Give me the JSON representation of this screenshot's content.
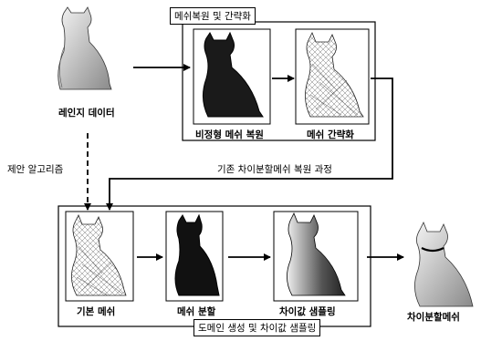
{
  "top": {
    "range_data_label": "레인지 데이터",
    "section_caption": "메쉬복원 및 간략화",
    "irregular_mesh_label": "비정형 메쉬 복원",
    "mesh_simplify_label": "메쉬 간략화"
  },
  "side": {
    "proposed_label": "제안 알고리즘",
    "existing_process_label": "기존 차이분할메쉬 복원 과정"
  },
  "bottom": {
    "base_mesh_label": "기본 메쉬",
    "mesh_partition_label": "메쉬 분할",
    "diff_sampling_label": "차이값 샘플링",
    "section_caption": "도메인 생성 및 차이값 샘플링",
    "result_label": "차이분할메쉬"
  }
}
